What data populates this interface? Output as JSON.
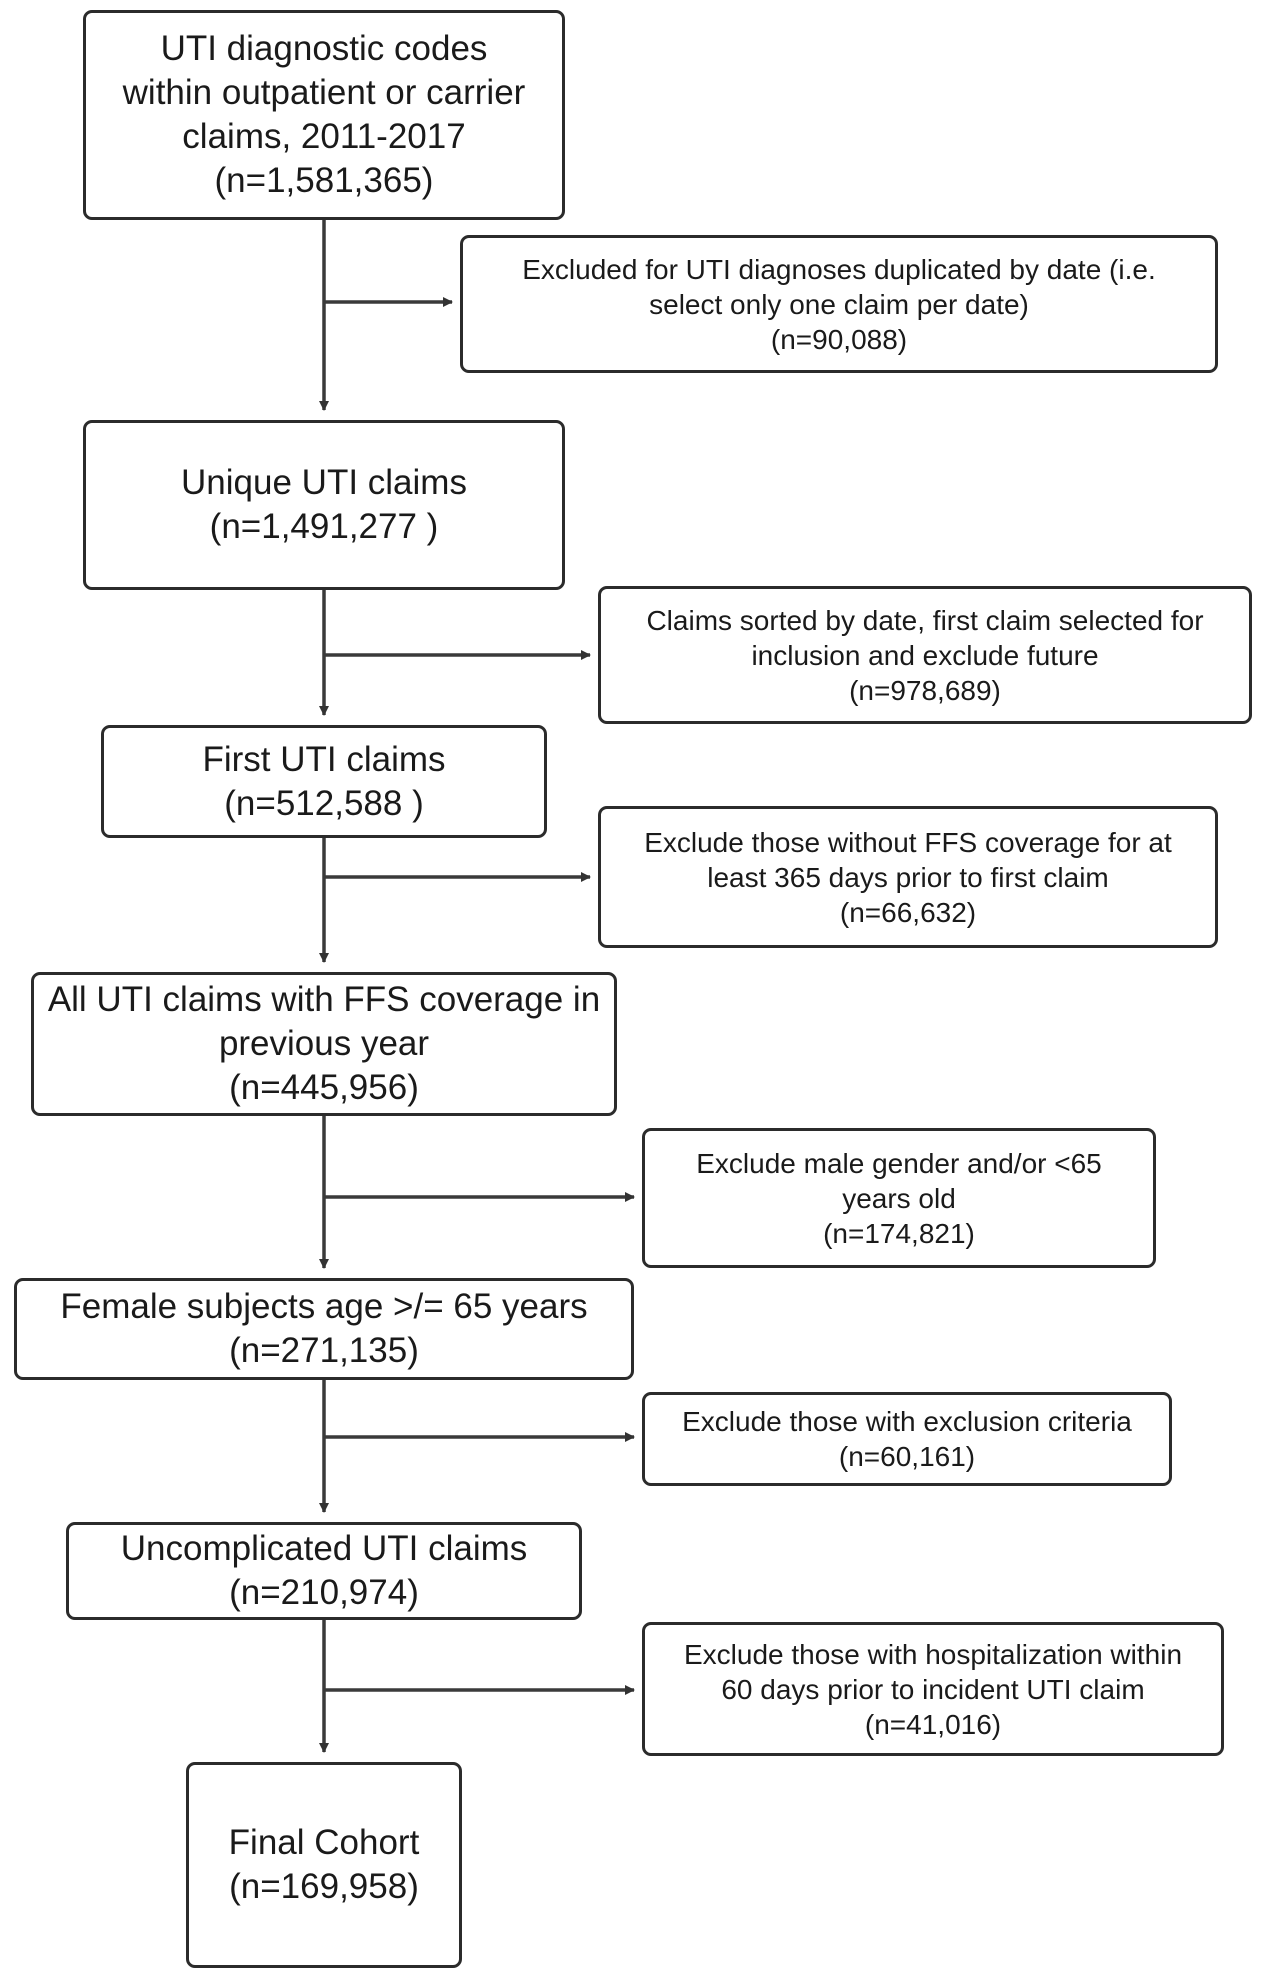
{
  "steps": [
    {
      "lines": [
        "UTI diagnostic codes",
        "within outpatient or carrier",
        "claims, 2011-2017",
        "(n=1,581,365)"
      ]
    },
    {
      "lines": [
        "Unique UTI claims",
        "(n=1,491,277 )"
      ]
    },
    {
      "lines": [
        "First UTI claims",
        "(n=512,588 )"
      ]
    },
    {
      "lines": [
        "All UTI claims with FFS coverage in",
        "previous year",
        "(n=445,956)"
      ]
    },
    {
      "lines": [
        "Female subjects age >/= 65 years",
        "(n=271,135)"
      ]
    },
    {
      "lines": [
        "Uncomplicated UTI claims",
        "(n=210,974)"
      ]
    },
    {
      "lines": [
        "Final Cohort",
        "(n=169,958)"
      ]
    }
  ],
  "exclusions": [
    {
      "lines": [
        "Excluded for UTI diagnoses duplicated by date (i.e.",
        "select only one claim per date)",
        "(n=90,088)"
      ]
    },
    {
      "lines": [
        "Claims sorted by date, first claim selected for",
        "inclusion and exclude future",
        "(n=978,689)"
      ]
    },
    {
      "lines": [
        "Exclude those without FFS coverage for at",
        "least 365 days prior to first claim",
        "(n=66,632)"
      ]
    },
    {
      "lines": [
        "Exclude male gender and/or <65",
        "years old",
        "(n=174,821)"
      ]
    },
    {
      "lines": [
        "Exclude those with exclusion criteria",
        "(n=60,161)"
      ]
    },
    {
      "lines": [
        "Exclude those with hospitalization within",
        "60 days prior to incident UTI claim",
        "(n=41,016)"
      ]
    }
  ]
}
